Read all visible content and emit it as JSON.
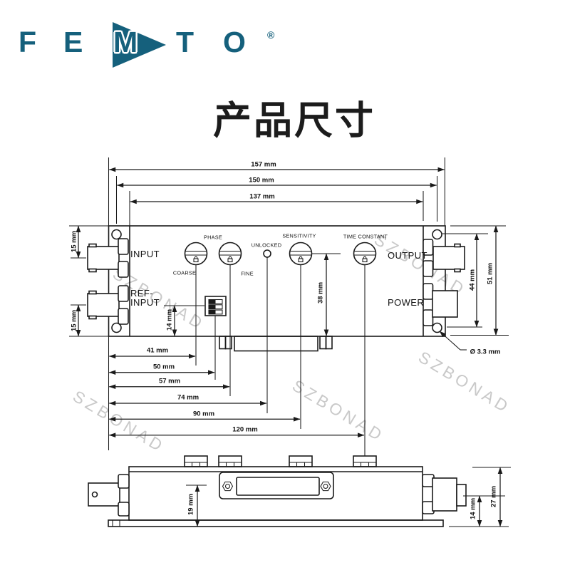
{
  "colors": {
    "logo": "#15607C",
    "line": "#1a1a1a",
    "watermark": "#c9c9c9",
    "title": "#1c1c1c"
  },
  "logo": {
    "letters": [
      "F",
      "E",
      "M",
      "T",
      "O"
    ],
    "registered": "®"
  },
  "title": "产品尺寸",
  "watermark": {
    "text": "SZBONAD"
  },
  "panel": {
    "input": "INPUT",
    "ref_line1": "REF-",
    "ref_line2": "INPUT",
    "output": "OUTPUT",
    "power": "POWER",
    "phase": "PHASE",
    "coarse": "COARSE",
    "fine": "FINE",
    "unlocked": "UNLOCKED",
    "sensitivity": "SENSITIVITY",
    "time_constant": "TIME CONSTANT"
  },
  "dims": {
    "w_flange": "157 mm",
    "w_holes": "150 mm",
    "w_body": "137 mm",
    "input_offset": "15 mm",
    "ref_offset": "15 mm",
    "hole_span": "44 mm",
    "flange_height": "51 mm",
    "hole_dia": "Ø 3.3 mm",
    "knob_depth": "38 mm",
    "dip_depth": "14 mm",
    "x_coarse": "41 mm",
    "x_dip": "50 mm",
    "x_fine": "57 mm",
    "x_unlocked": "74 mm",
    "x_sensitivity": "90 mm",
    "x_time_constant": "120 mm",
    "dsub_height": "19 mm",
    "connector_height": "14 mm",
    "body_height": "27 mm"
  }
}
